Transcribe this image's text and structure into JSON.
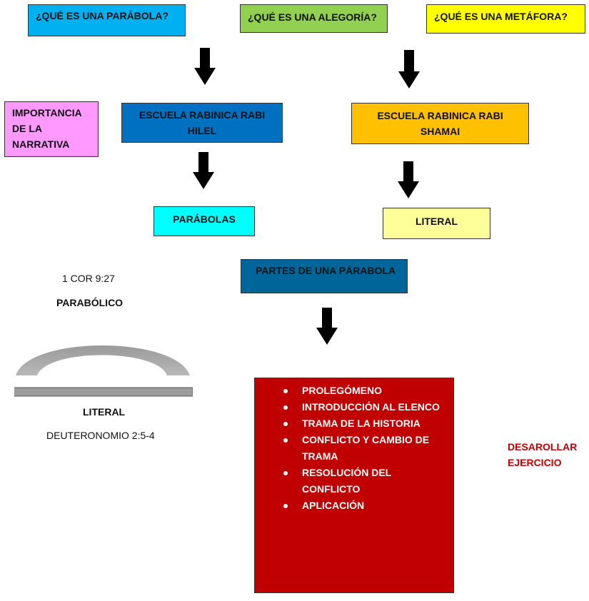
{
  "top": {
    "parabola_question": "¿QUÉ ES   UNA PARÁBOLA?",
    "alegoria_question": "¿QUÉ ES UNA ALEGORÍA?",
    "metafora_question": "¿QUÉ ES UNA METÁFORA?"
  },
  "importancia": {
    "line1": "IMPORTANCIA",
    "line2": "DE LA",
    "line3": "NARRATIVA"
  },
  "hilel": {
    "line1": "ESCUELA RABINICA  RABI",
    "line2": "HILEL"
  },
  "shamai": {
    "line1": "ESCUELA RABINICA RABI",
    "line2": "SHAMAI"
  },
  "parabolas": "PARÁBOLAS",
  "literal_box": "LITERAL",
  "partes": "PARTES DE UNA PÁRABOLA",
  "parts_list": [
    "PROLEGÓMENO",
    "INTRODUCCIÓN AL ELENCO",
    "TRAMA DE LA HISTORIA",
    "CONFLICTO Y CAMBIO DE",
    "TRAMA",
    "RESOLUCIÓN DEL",
    "CONFLICTO",
    "APLICACIÓN"
  ],
  "left_diagram": {
    "reference_top": "1 COR 9:27",
    "parabolico": "PARABÓLICO",
    "literal": "LITERAL",
    "reference_bottom": "DEUTERONOMIO 2:5-4"
  },
  "desarollar": {
    "line1": "DESAROLLAR",
    "line2": "EJERCICIO"
  },
  "colors": {
    "parabola_box": "#00b0f0",
    "alegoria_box": "#92d050",
    "metafora_box": "#ffff00",
    "importancia_box": "#ff99ff",
    "hilel_box": "#0070c0",
    "shamai_box": "#ffc000",
    "parabolas_box": "#00ffff",
    "literal_box": "#ffff99",
    "partes_box": "#006699",
    "parts_panel": "#c00000",
    "desarollar_text": "#c00000"
  }
}
